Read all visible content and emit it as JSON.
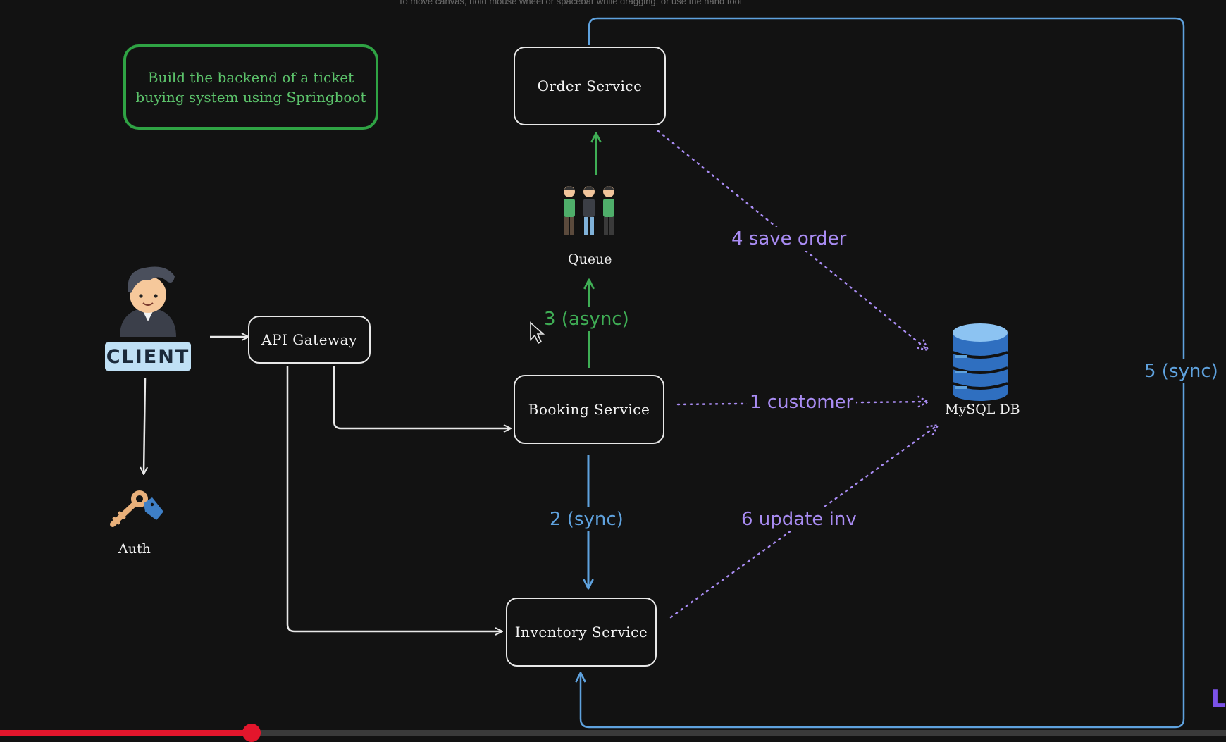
{
  "toolbar_hint": "To move canvas, hold mouse wheel or spacebar while dragging, or use the hand tool",
  "note": {
    "text": "Build the backend of a ticket buying system using Springboot"
  },
  "nodes": {
    "client": "CLIENT",
    "auth": "Auth",
    "api_gateway": "API Gateway",
    "order_service": "Order Service",
    "queue": "Queue",
    "booking_service": "Booking Service",
    "inventory_service": "Inventory Service",
    "mysql_db": "MySQL DB"
  },
  "edges": {
    "customer": "1 customer",
    "sync2": "2 (sync)",
    "async3": "3 (async)",
    "save_order": "4 save order",
    "sync5": "5 (sync)",
    "update_inv": "6 update inv"
  },
  "player": {
    "progress": 0.205
  },
  "brand_mark": "L",
  "colors": {
    "background": "#121212",
    "note_green": "#2fa344",
    "async_green": "#3fae55",
    "sync_blue": "#5fa2de",
    "db_purple": "#a98cf3",
    "box_white": "#e8e8e8",
    "progress_red": "#e3162c"
  },
  "icons": {
    "client": "user-avatar-icon",
    "auth": "key-icon",
    "queue": "people-queue-icon",
    "db": "database-icon"
  }
}
